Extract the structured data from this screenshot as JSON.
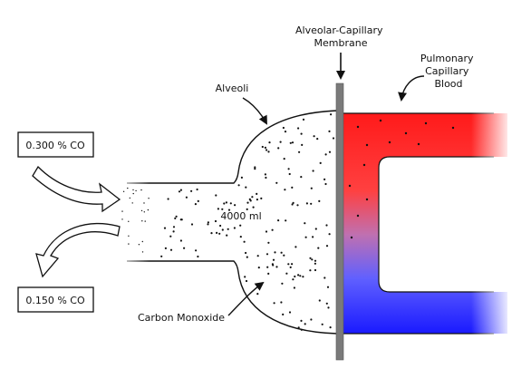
{
  "labels": {
    "membrane_line1": "Alveolar-Capillary",
    "membrane_line2": "Membrane",
    "blood_line1": "Pulmonary",
    "blood_line2": "Capillary",
    "blood_line3": "Blood",
    "alveoli": "Alveoli",
    "volume": "4000 ml",
    "carbon_monoxide": "Carbon Monoxide",
    "inhaled": "0.300 % CO",
    "exhaled": "0.150 % CO"
  },
  "colors": {
    "oxygenated": "#ff1a1a",
    "deoxygenated": "#1a1aff",
    "membrane": "#7a7a7a",
    "outline": "#111111"
  }
}
